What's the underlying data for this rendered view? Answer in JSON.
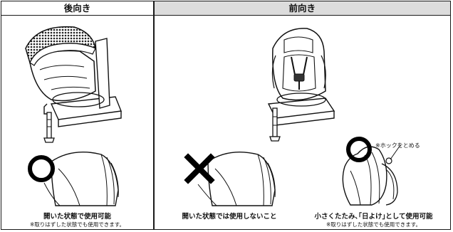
{
  "headers": {
    "rear_facing": "後向き",
    "forward_facing": "前向き"
  },
  "panels": {
    "rear_canopy": {
      "caption": "開いた状態で使用可能",
      "note": "※取りはずした状態でも使用できます。",
      "status": "ok"
    },
    "forward_canopy_open": {
      "caption": "開いた状態では使用しないこと",
      "status": "ng"
    },
    "forward_canopy_folded": {
      "caption": "小さくたたみ､｢日よけ｣として使用可能",
      "note": "※取りはずした状態でも使用できます。",
      "callout": "※ホックをとめる",
      "status": "ok"
    }
  },
  "icons": {
    "ok_mark": "circle-mark-icon",
    "ng_mark": "cross-mark-icon"
  }
}
